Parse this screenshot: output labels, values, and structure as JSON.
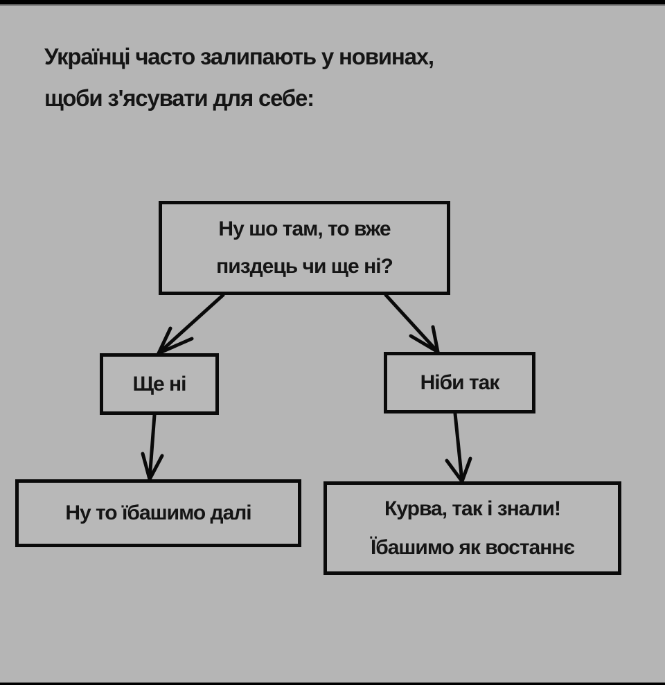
{
  "title": {
    "line1": "Українці часто залипають у новинах,",
    "line2": "щоби з'ясувати для себе:"
  },
  "flowchart": {
    "question": {
      "line1": "Ну шо там, то вже",
      "line2": "пиздець чи ще ні?"
    },
    "branch_no": {
      "label": "Ще ні"
    },
    "branch_yes": {
      "label": "Ніби так"
    },
    "outcome_no": {
      "label": "Ну то їбашимо далі"
    },
    "outcome_yes": {
      "line1": "Курва, так і знали!",
      "line2": "Їбашимо як востаннє"
    }
  },
  "colors": {
    "background": "#b5b5b5",
    "ink": "#0a0a0a"
  }
}
